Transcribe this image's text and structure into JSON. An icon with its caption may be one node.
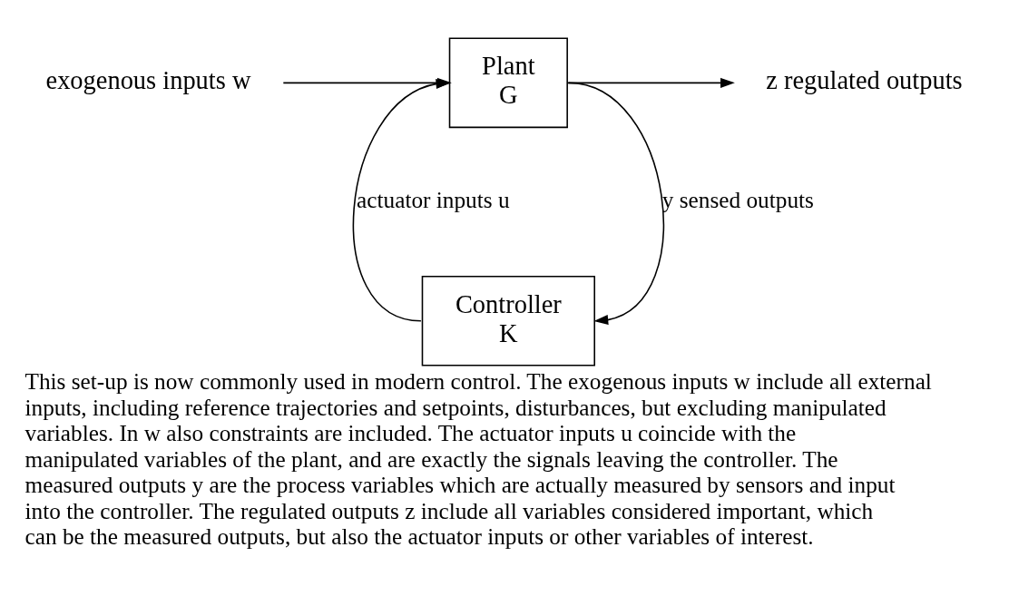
{
  "diagram": {
    "caption": "This set-up is now commonly used in modern control. The exogenous inputs w include all external inputs, including reference trajectories and setpoints, disturbances, but excluding manipulated variables. In w also constraints are included. The actuator inputs u coincide with the manipulated variables of the plant, and are exactly the signals leaving the controller. The measured outputs y are the process variables which are actually measured by sensors and input into the controller. The regulated outputs z include all variables considered important, which can be the measured outputs, but also the actuator inputs or other variables of interest.",
    "nodes": [
      {
        "text": [
          "exogenous inputs w"
        ]
      },
      {
        "text": [
          "Plant G"
        ]
      },
      {
        "text": [
          "z regulated outputs"
        ]
      },
      {
        "text": [
          "Controller K"
        ]
      }
    ],
    "edges": [
      {
        "from": 0,
        "to": 1,
        "arrow": "to"
      },
      {
        "from": 1,
        "to": 2,
        "arrow": "to"
      },
      {
        "from": 1,
        "to": 3,
        "arrow": "to",
        "label": "y sensed outputs"
      },
      {
        "from": 3,
        "to": 1,
        "arrow": "to",
        "label": "actuator inputs u"
      }
    ]
  }
}
